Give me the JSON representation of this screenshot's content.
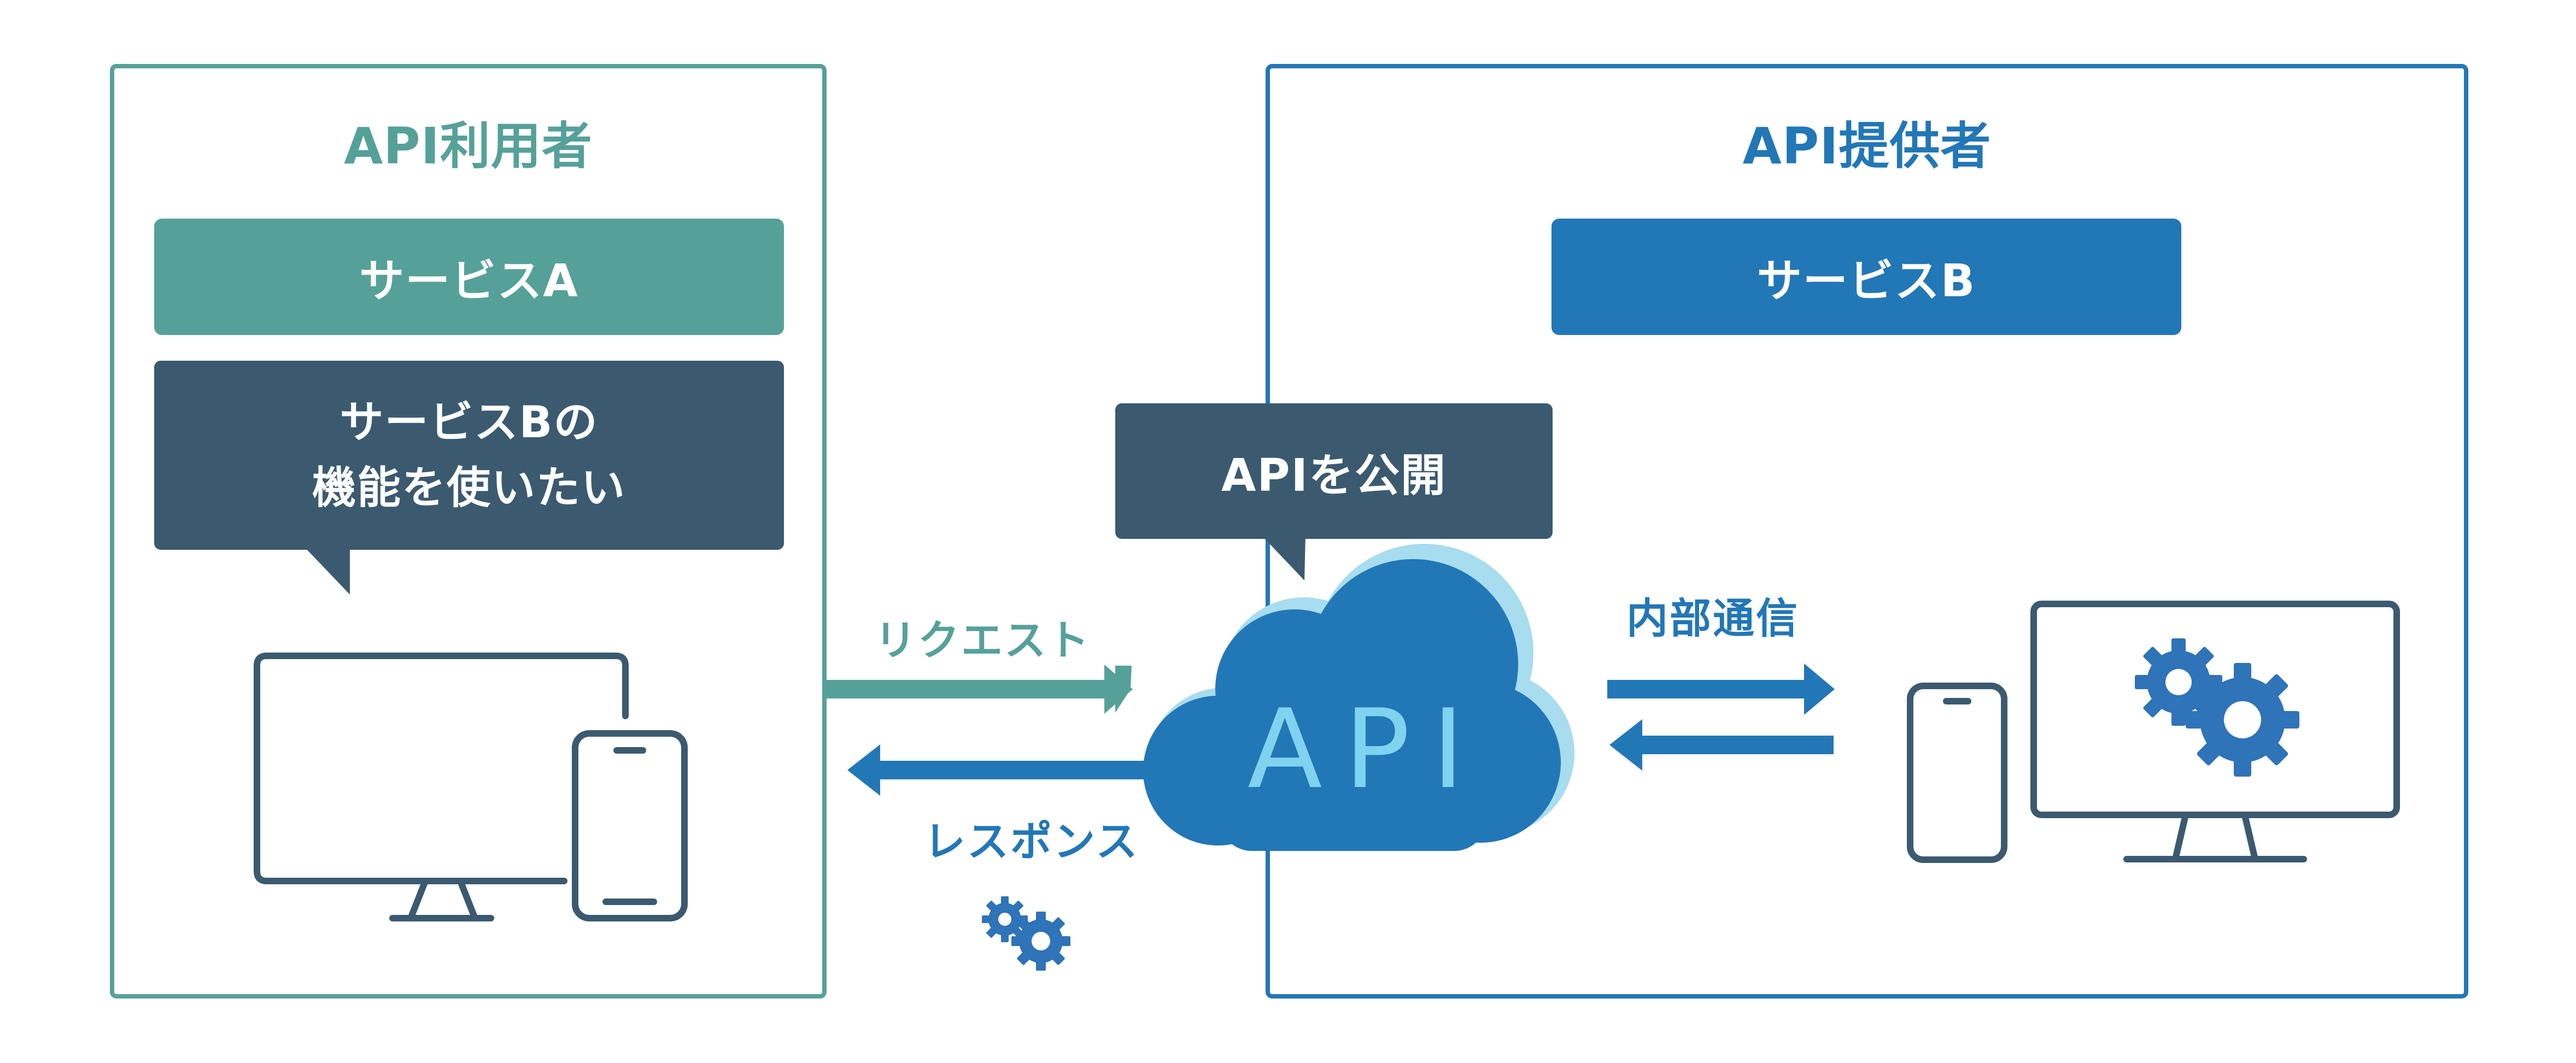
{
  "consumer": {
    "title": "API利用者",
    "service_label": "サービスA",
    "want_line1": "サービスBの",
    "want_line2": "機能を使いたい"
  },
  "provider": {
    "title": "API提供者",
    "service_label": "サービスB"
  },
  "api": {
    "publish_label": "APIを公開",
    "cloud_text": "API"
  },
  "flows": {
    "request_label": "リクエスト",
    "response_label": "レスポンス",
    "internal_label": "内部通信"
  },
  "colors": {
    "consumer_accent": "#55a199",
    "provider_accent": "#2277b7",
    "bubble": "#3b5a70",
    "device_stroke": "#3b5a70",
    "cloud_fill": "#2277b7",
    "cloud_shadow": "#a8dcef",
    "cloud_text": "#7fd3ef"
  },
  "icons": {
    "consumer_devices": [
      "monitor-icon",
      "smartphone-icon"
    ],
    "provider_devices": [
      "smartphone-icon",
      "monitor-icon",
      "gears-icon"
    ],
    "api_cloud": "cloud-icon",
    "small_gears": "gears-icon"
  }
}
